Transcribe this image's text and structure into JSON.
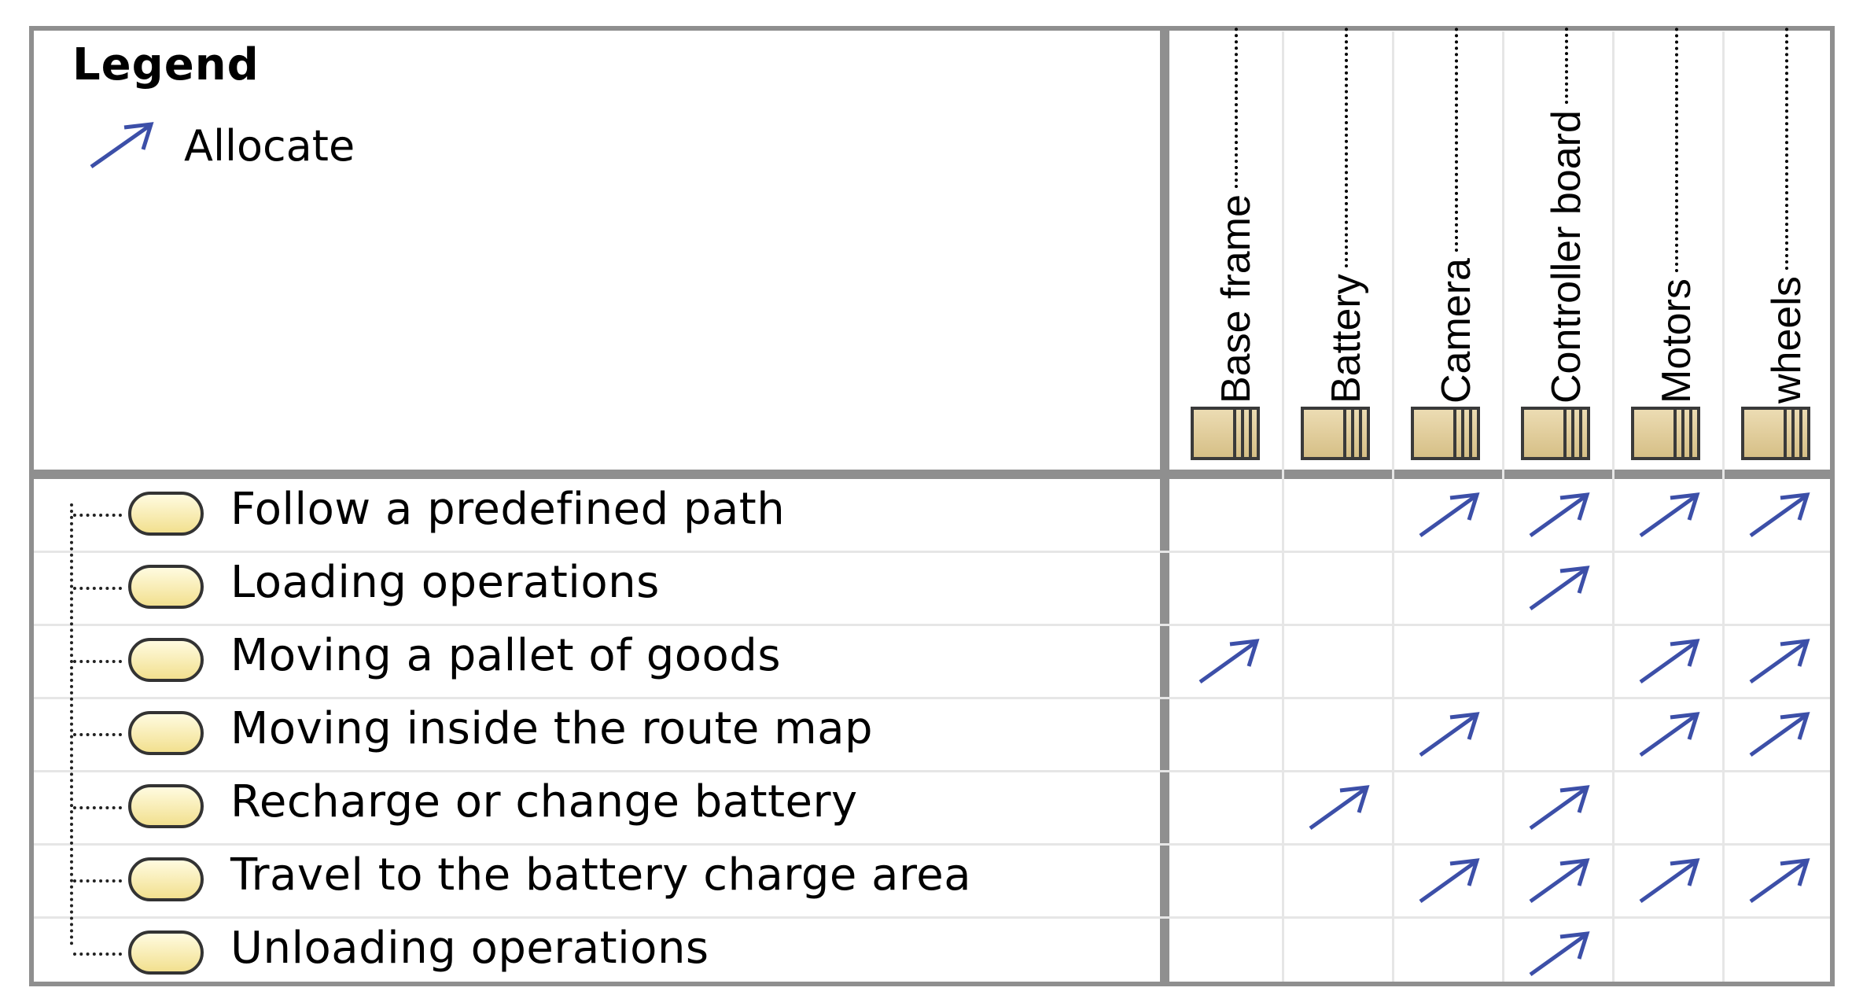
{
  "colors": {
    "border": "#8f8f8f",
    "arrow": "#3c4fa8",
    "grid": "#e6e6e6"
  },
  "legend": {
    "title": "Legend",
    "items": [
      {
        "label": "Allocate",
        "icon": "allocate-arrow-icon"
      }
    ]
  },
  "columns": [
    {
      "label": "Base frame",
      "icon": "block-icon"
    },
    {
      "label": "Battery",
      "icon": "block-icon"
    },
    {
      "label": "Camera",
      "icon": "block-icon"
    },
    {
      "label": "Controller board",
      "icon": "block-icon"
    },
    {
      "label": "Motors",
      "icon": "block-icon"
    },
    {
      "label": "wheels",
      "icon": "block-icon"
    }
  ],
  "rows": [
    {
      "label": "Follow a predefined path",
      "icon": "usecase-icon",
      "allocations": [
        false,
        false,
        true,
        true,
        true,
        true
      ]
    },
    {
      "label": "Loading operations",
      "icon": "usecase-icon",
      "allocations": [
        false,
        false,
        false,
        true,
        false,
        false
      ]
    },
    {
      "label": "Moving a pallet of goods",
      "icon": "usecase-icon",
      "allocations": [
        true,
        false,
        false,
        false,
        true,
        true
      ]
    },
    {
      "label": "Moving inside the route map",
      "icon": "usecase-icon",
      "allocations": [
        false,
        false,
        true,
        false,
        true,
        true
      ]
    },
    {
      "label": "Recharge or change battery",
      "icon": "usecase-icon",
      "allocations": [
        false,
        true,
        false,
        true,
        false,
        false
      ]
    },
    {
      "label": "Travel to the battery charge area",
      "icon": "usecase-icon",
      "allocations": [
        false,
        false,
        true,
        true,
        true,
        true
      ]
    },
    {
      "label": "Unloading operations",
      "icon": "usecase-icon",
      "allocations": [
        false,
        false,
        false,
        true,
        false,
        false
      ]
    }
  ]
}
